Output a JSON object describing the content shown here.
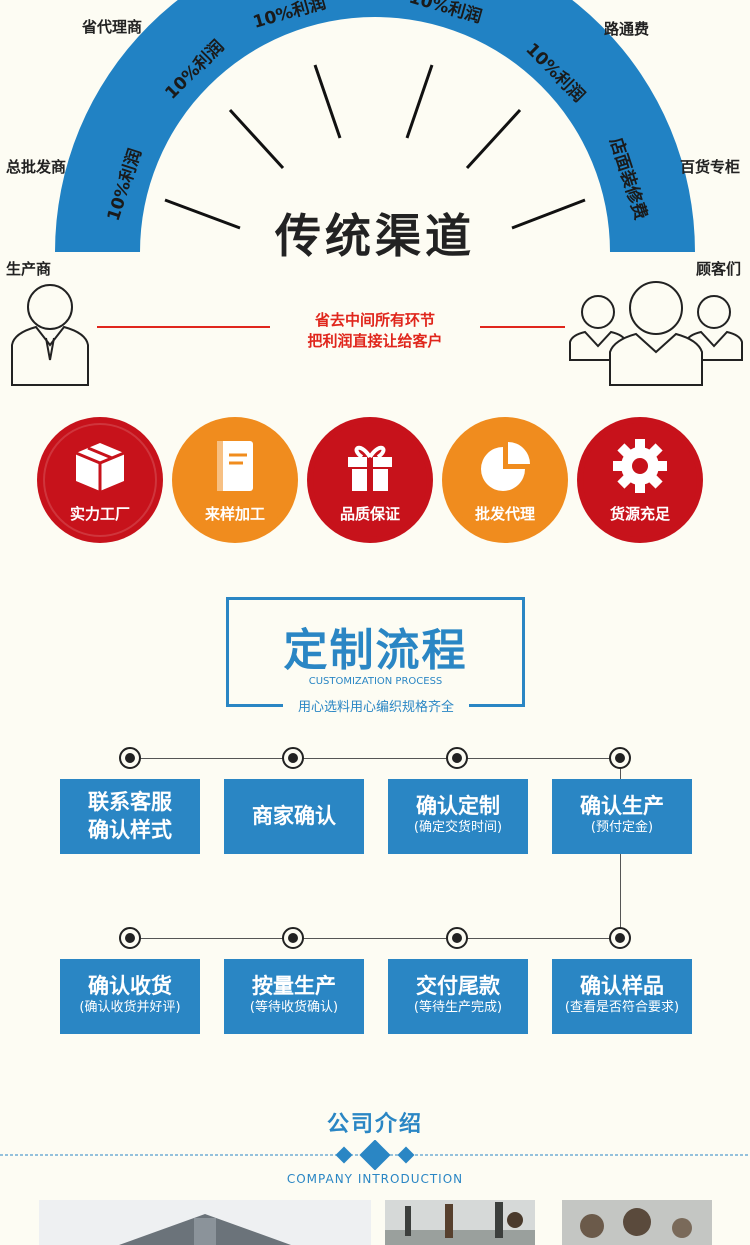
{
  "arch": {
    "title": "传统渠道",
    "segments": [
      "10%利润",
      "10%利润",
      "10%利润",
      "10%利润",
      "10%利润",
      "店面装修费"
    ],
    "left_labels": [
      "省代理商",
      "总批发商",
      "生产商"
    ],
    "right_labels": [
      "路通费",
      "百货专柜",
      "顾客们"
    ],
    "slogan": [
      "省去中间所有环节",
      "把利润直接让给客户"
    ],
    "colors": {
      "arch": "#2182c4",
      "slogan": "#e0261c"
    }
  },
  "features": [
    {
      "label": "实力工厂",
      "icon": "box-icon",
      "color": "#c7121b"
    },
    {
      "label": "来样加工",
      "icon": "book-icon",
      "color": "#f08c1e"
    },
    {
      "label": "品质保证",
      "icon": "gift-icon",
      "color": "#c7121b"
    },
    {
      "label": "批发代理",
      "icon": "pie-chart-icon",
      "color": "#f08c1e"
    },
    {
      "label": "货源充足",
      "icon": "gear-icon",
      "color": "#c7121b"
    }
  ],
  "process": {
    "title": "定制流程",
    "subtitle_en": "CUSTOMIZATION PROCESS",
    "tagline": "用心选料用心编织规格齐全",
    "row1": [
      {
        "main": "联系客服",
        "main2": "确认样式",
        "sub": ""
      },
      {
        "main": "商家确认",
        "main2": "",
        "sub": ""
      },
      {
        "main": "确认定制",
        "main2": "",
        "sub": "(确定交货时间)"
      },
      {
        "main": "确认生产",
        "main2": "",
        "sub": "(预付定金)"
      }
    ],
    "row2": [
      {
        "main": "确认收货",
        "sub": "(确认收货并好评)"
      },
      {
        "main": "按量生产",
        "sub": "(等待收货确认)"
      },
      {
        "main": "交付尾款",
        "sub": "(等待生产完成)"
      },
      {
        "main": "确认样品",
        "sub": "(查看是否符合要求)"
      }
    ]
  },
  "company": {
    "title": "公司介绍",
    "subtitle_en": "COMPANY INTRODUCTION"
  }
}
